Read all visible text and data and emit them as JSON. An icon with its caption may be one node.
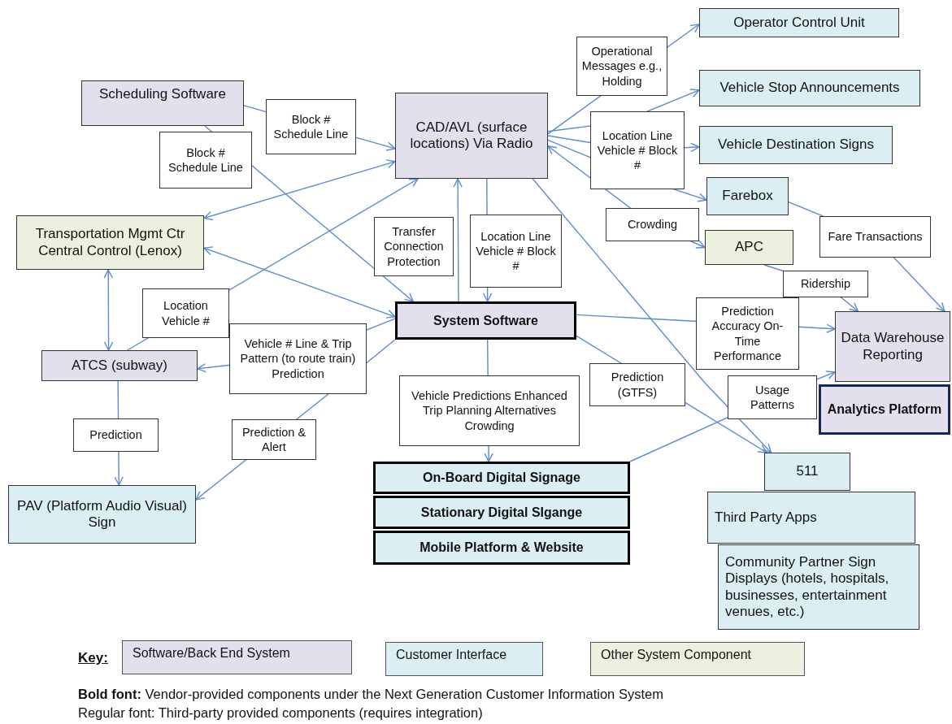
{
  "diagram": {
    "nodes": [
      {
        "text": [
          "Scheduling Software"
        ]
      },
      {
        "text": [
          "CAD/AVL (surface locations) Via Radio"
        ]
      },
      {
        "text": [
          "Transportation Mgmt Ctr Central Control (Lenox)"
        ]
      },
      {
        "text": [
          "System Software"
        ]
      },
      {
        "text": [
          "ATCS (subway)"
        ]
      },
      {
        "text": [
          "PAV (Platform Audio Visual) Sign"
        ]
      },
      {
        "text": [
          "Operator Control Unit"
        ]
      },
      {
        "text": [
          "Vehicle Stop Announcements"
        ]
      },
      {
        "text": [
          "Vehicle Destination Signs"
        ]
      },
      {
        "text": [
          "Farebox"
        ]
      },
      {
        "text": [
          "APC"
        ]
      },
      {
        "text": [
          "Data Warehouse Reporting"
        ]
      },
      {
        "text": [
          "Analytics Platform"
        ]
      },
      {
        "text": [
          "On-Board Digital Signage"
        ]
      },
      {
        "text": [
          "Stationary Digital SIgange"
        ]
      },
      {
        "text": [
          "Mobile Platform & Website"
        ]
      },
      {
        "text": [
          "511"
        ]
      },
      {
        "text": [
          "Third Party Apps"
        ]
      },
      {
        "text": [
          "Community Partner Sign Displays (hotels, hospitals, businesses, entertainment venues, etc.)"
        ]
      }
    ],
    "edges": [
      {
        "from": 0,
        "to": 1,
        "arrow": "to",
        "label": "Block # Schedule Line"
      },
      {
        "from": 0,
        "to": 3,
        "arrow": "to",
        "label": "Block # Schedule Line"
      },
      {
        "from": 1,
        "to": 2,
        "arrow": "both"
      },
      {
        "from": 2,
        "to": 3,
        "arrow": "both"
      },
      {
        "from": 2,
        "to": 4,
        "arrow": "both"
      },
      {
        "from": 4,
        "to": 1,
        "arrow": "to",
        "label": "Location Vehicle #"
      },
      {
        "from": 3,
        "to": 4,
        "arrow": "to",
        "label": "Vehicle # Line & Trip Pattern (to route train) Prediction"
      },
      {
        "from": 3,
        "to": 5,
        "arrow": "to",
        "label": "Prediction & Alert"
      },
      {
        "from": 4,
        "to": 5,
        "arrow": "to",
        "label": "Prediction"
      },
      {
        "from": 3,
        "to": 1,
        "arrow": "to",
        "label": "Transfer Connection Protection"
      },
      {
        "from": 1,
        "to": 3,
        "arrow": "to",
        "label": "Location Line Vehicle # Block #"
      },
      {
        "from": 1,
        "to": 6,
        "arrow": "to",
        "label": "Operational Messages e.g., Holding"
      },
      {
        "from": 1,
        "to": 7,
        "arrow": "to"
      },
      {
        "from": 1,
        "to": 8,
        "arrow": "to",
        "label": "Location Line Vehicle # Block #"
      },
      {
        "from": 1,
        "to": 9,
        "arrow": "to"
      },
      {
        "from": 1,
        "to": 10,
        "arrow": "both",
        "label": "Crowding"
      },
      {
        "from": 1,
        "to": 16,
        "arrow": "to"
      },
      {
        "from": 3,
        "to": 16,
        "arrow": "to",
        "label": "Prediction (GTFS)"
      },
      {
        "from": 3,
        "to": 11,
        "arrow": "to",
        "label": "Prediction Accuracy On-Time Performance"
      },
      {
        "from": 9,
        "to": 11,
        "arrow": "to",
        "label": "Fare Transactions"
      },
      {
        "from": 10,
        "to": 11,
        "arrow": "to",
        "label": "Ridership"
      },
      {
        "from": 13,
        "to": 11,
        "arrow": "to",
        "label": "Usage Patterns"
      },
      {
        "from": 3,
        "to": 13,
        "arrow": "to",
        "label": "Vehicle Predictions Enhanced Trip Planning Alternatives Crowding"
      }
    ],
    "labels": [
      "Key:",
      "**Bold font:** Vendor-provided components under the Next Generation Customer Information System",
      "Regular font: Third-party provided components (requires integration)"
    ],
    "legend": [
      {
        "text": "Software/Back End System",
        "color": "#e4dfec"
      },
      {
        "text": "Customer Interface",
        "color": "#daeef3"
      },
      {
        "text": "Other System Component",
        "color": "#ebf1de"
      }
    ]
  }
}
